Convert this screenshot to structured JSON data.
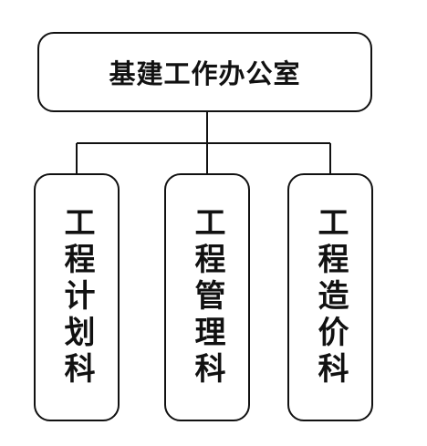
{
  "diagram": {
    "root": {
      "label": "基建工作办公室"
    },
    "children": [
      {
        "label": "工程计划科"
      },
      {
        "label": "工程管理科"
      },
      {
        "label": "工程造价科"
      }
    ]
  }
}
